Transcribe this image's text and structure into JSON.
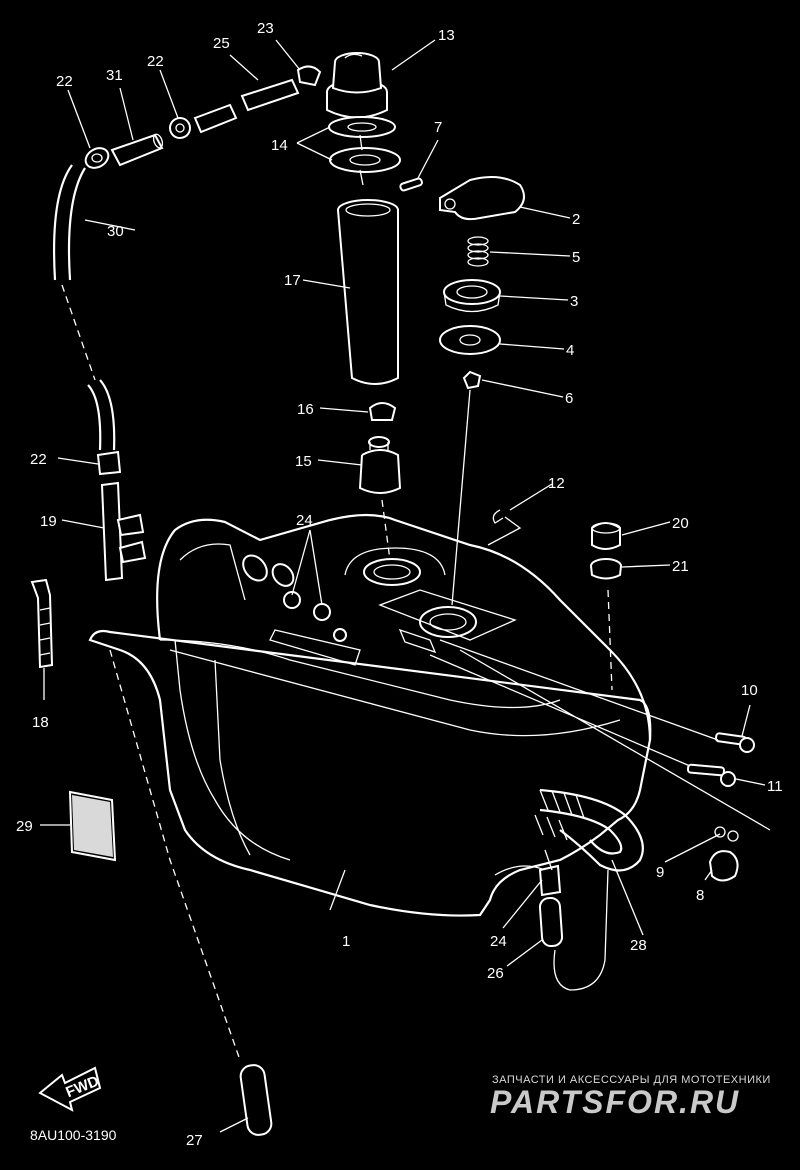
{
  "diagram": {
    "drawing_code": "8AU100-3190",
    "fwd_label": "FWD",
    "watermark_caption": "ЗАПЧАСТИ И АКСЕССУАРЫ ДЛЯ МОТОТЕХНИКИ",
    "watermark_brand": "PARTSFOR.RU",
    "callouts": [
      "1",
      "2",
      "3",
      "4",
      "5",
      "6",
      "7",
      "8",
      "9",
      "10",
      "11",
      "12",
      "13",
      "14",
      "15",
      "16",
      "17",
      "18",
      "19",
      "20",
      "21",
      "22",
      "22",
      "22",
      "23",
      "24",
      "24",
      "25",
      "26",
      "27",
      "28",
      "29",
      "30",
      "31"
    ],
    "colors": {
      "background": "#000000",
      "line": "#ffffff",
      "watermark_brand": "#c0c0c0"
    }
  }
}
